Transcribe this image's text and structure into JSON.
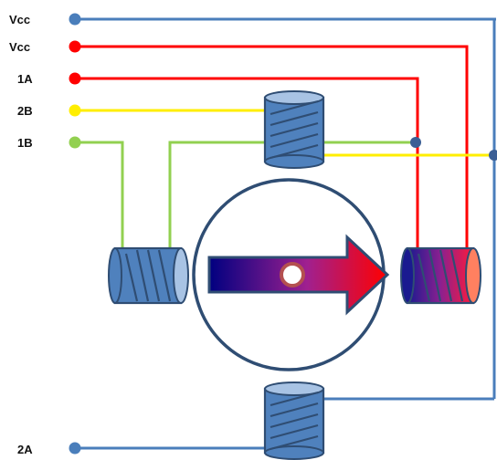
{
  "labels": {
    "vcc1": "Vcc",
    "vcc2": "Vcc",
    "a1": "1A",
    "b2": "2B",
    "b1": "1B",
    "a2": "2A"
  },
  "colors": {
    "vcc1_wire": "#4a7ebb",
    "vcc2_wire": "#ff0000",
    "a1_wire": "#ff0000",
    "b2_wire": "#ffee00",
    "b1_wire": "#92d050",
    "a2_wire": "#4a7ebb",
    "coil_fill": "#4f81bd",
    "coil_outline": "#2f4d73",
    "rotor_outline": "#2f4d73",
    "arrow_start": "#000080",
    "arrow_end": "#ff0000"
  }
}
